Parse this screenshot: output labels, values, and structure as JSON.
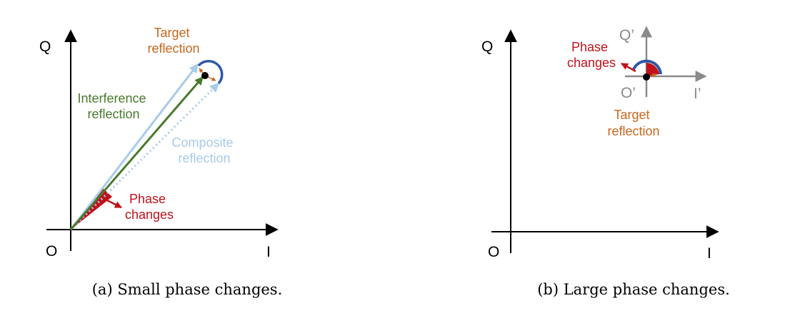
{
  "colors": {
    "axis": "#000000",
    "target": "#c8661e",
    "interference": "#4a7a2e",
    "composite": "#a8cbe8",
    "phase": "#c0121a",
    "arc": "#2e58a6",
    "secondary_axis": "#8a8a8a"
  },
  "panel_a": {
    "axis_q": "Q",
    "axis_i": "I",
    "origin": "O",
    "target_reflection": [
      "Target",
      "reflection"
    ],
    "interference_reflection": [
      "Interference",
      "reflection"
    ],
    "composite_reflection": [
      "Composite",
      "reflection"
    ],
    "phase_changes": [
      "Phase",
      "changes"
    ],
    "caption": "(a) Small phase changes."
  },
  "panel_b": {
    "axis_q": "Q",
    "axis_i": "I",
    "origin": "O",
    "axis_q_prime": "Q’",
    "axis_i_prime": "I’",
    "origin_prime": "O’",
    "phase_changes": [
      "Phase",
      "changes"
    ],
    "target_reflection": [
      "Target",
      "reflection"
    ],
    "caption": "(b) Large phase changes."
  }
}
